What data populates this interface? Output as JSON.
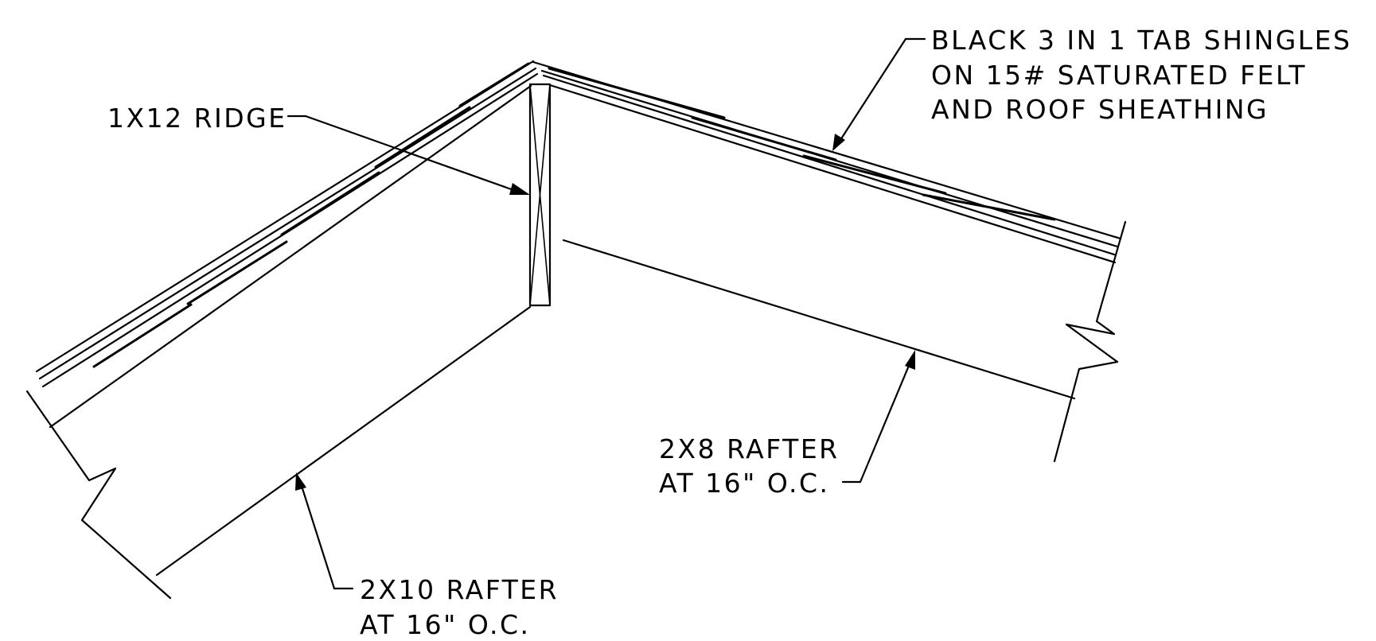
{
  "labels": {
    "ridge": "1X12 RIDGE",
    "shingles": [
      "BLACK 3 IN 1 TAB SHINGLES",
      "ON 15# SATURATED FELT",
      "AND ROOF SHEATHING"
    ],
    "rafter_left": [
      "2X10 RAFTER",
      "AT 16\" O.C."
    ],
    "rafter_right": [
      "2X8 RAFTER",
      "AT 16\" O.C."
    ]
  },
  "colors": {
    "line": "#000000",
    "background": "#ffffff"
  }
}
